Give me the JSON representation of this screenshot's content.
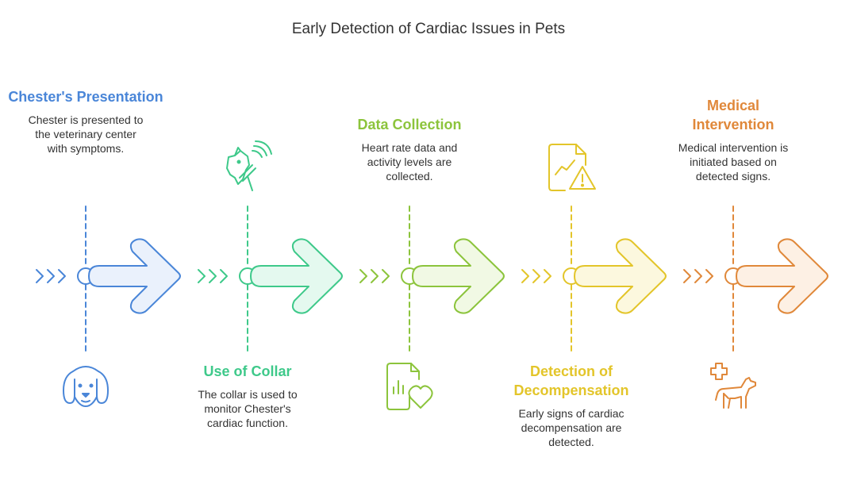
{
  "title": "Early Detection of Cardiac Issues in Pets",
  "colors": {
    "stage1": "#4a86d8",
    "stage2": "#3ec98a",
    "stage3": "#8cc43c",
    "stage4": "#e3c52a",
    "stage5": "#e0883a"
  },
  "stages": [
    {
      "heading": "Chester's Presentation",
      "description": "Chester is presented to the veterinary center with symptoms.",
      "icon": "dog-face-icon",
      "position": "top"
    },
    {
      "heading": "Use of Collar",
      "description": "The collar is used to monitor Chester's cardiac function.",
      "icon": "dog-collar-signal-icon",
      "position": "bottom"
    },
    {
      "heading": "Data Collection",
      "description": "Heart rate data and activity levels are collected.",
      "icon": "health-document-heart-icon",
      "position": "top"
    },
    {
      "heading": "Detection of Decompensation",
      "description": "Early signs of cardiac decompensation are detected.",
      "icon": "chart-warning-icon",
      "position": "bottom"
    },
    {
      "heading": "Medical Intervention",
      "description": "Medical intervention is initiated based on detected signs.",
      "icon": "medical-dog-icon",
      "position": "top"
    }
  ]
}
